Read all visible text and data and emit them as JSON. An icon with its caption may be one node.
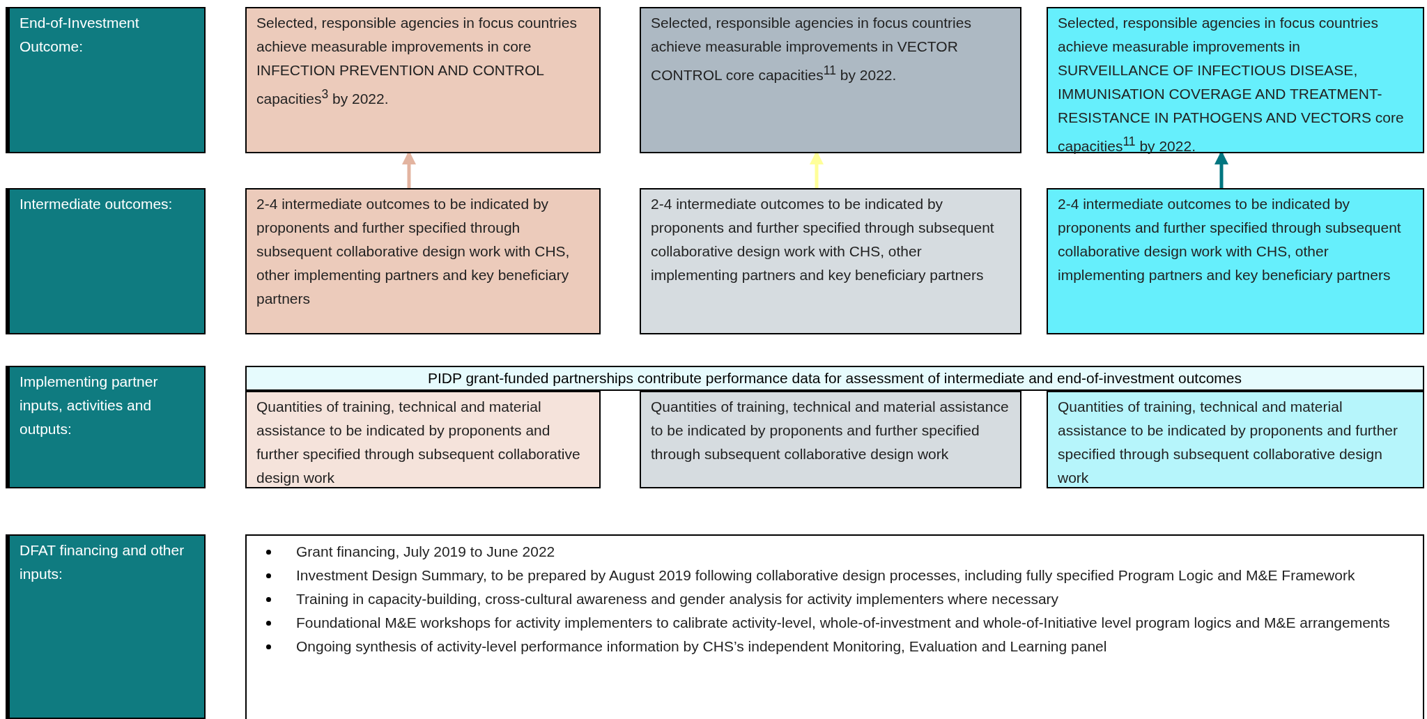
{
  "diagram": {
    "nodes": [
      {
        "text": [
          "End-of-Investment Outcome:"
        ]
      },
      {
        "text": [
          "Selected, responsible agencies in focus countries achieve measurable improvements in core INFECTION PREVENTION AND CONTROL capacities$^{3}$ by 2022."
        ]
      },
      {
        "text": [
          "Selected, responsible agencies in focus countries achieve measurable improvements in VECTOR CONTROL core capacities$^{11}$ by 2022."
        ]
      },
      {
        "text": [
          "Selected, responsible agencies in focus countries achieve measurable improvements in SURVEILLANCE OF INFECTIOUS DISEASE, IMMUNISATION COVERAGE AND TREATMENT-RESISTANCE IN PATHOGENS AND VECTORS core capacities$^{11}$ by 2022."
        ]
      },
      {
        "text": [
          "Intermediate outcomes:"
        ]
      },
      {
        "text": [
          "2-4 intermediate outcomes to be indicated by proponents and further specified through subsequent collaborative design work with CHS, other implementing partners and key beneficiary partners"
        ]
      },
      {
        "text": [
          "2-4 intermediate outcomes to be indicated by proponents and further specified through subsequent collaborative design work with CHS, other implementing partners and key beneficiary partners"
        ]
      },
      {
        "text": [
          "2-4 intermediate outcomes to be indicated by proponents and further specified through subsequent collaborative design work with CHS, other implementing partners and key beneficiary partners"
        ]
      },
      {
        "text": [
          "Implementing partner inputs, activities and outputs:"
        ]
      },
      {
        "text": [
          "PIDP grant-funded partnerships contribute performance data for assessment of intermediate and end-of-investment outcomes"
        ]
      },
      {
        "text": [
          "Quantities of training, technical and material assistance to be indicated by proponents and further specified through subsequent collaborative design work"
        ]
      },
      {
        "text": [
          "Quantities of training, technical and material assistance to be indicated by proponents and further specified through subsequent collaborative design work"
        ]
      },
      {
        "text": [
          "Quantities of training, technical and material assistance to be indicated by proponents and further specified through subsequent collaborative design work"
        ]
      },
      {
        "text": [
          "DFAT financing and other inputs:"
        ]
      },
      {
        "text": [
          "Grant financing, July 2019 to June 2022",
          "Investment Design Summary, to be prepared by August 2019 following collaborative design processes, including fully specified Program Logic and M&E Framework",
          "Training in capacity-building, cross-cultural awareness and gender analysis for activity implementers where necessary",
          "Foundational M&E workshops for activity implementers to calibrate activity-level, whole-of-investment and whole-of-Initiative level program logics and M&E arrangements",
          "Ongoing synthesis of activity-level performance information by CHS’s independent Monitoring, Evaluation and Learning panel"
        ]
      }
    ],
    "edges": [
      {
        "from": 5,
        "to": 1,
        "arrow": "to",
        "color": "#e3b4a0"
      },
      {
        "from": 6,
        "to": 2,
        "arrow": "to",
        "color": "#ffff99"
      },
      {
        "from": 7,
        "to": 3,
        "arrow": "to",
        "color": "#007680"
      }
    ]
  }
}
